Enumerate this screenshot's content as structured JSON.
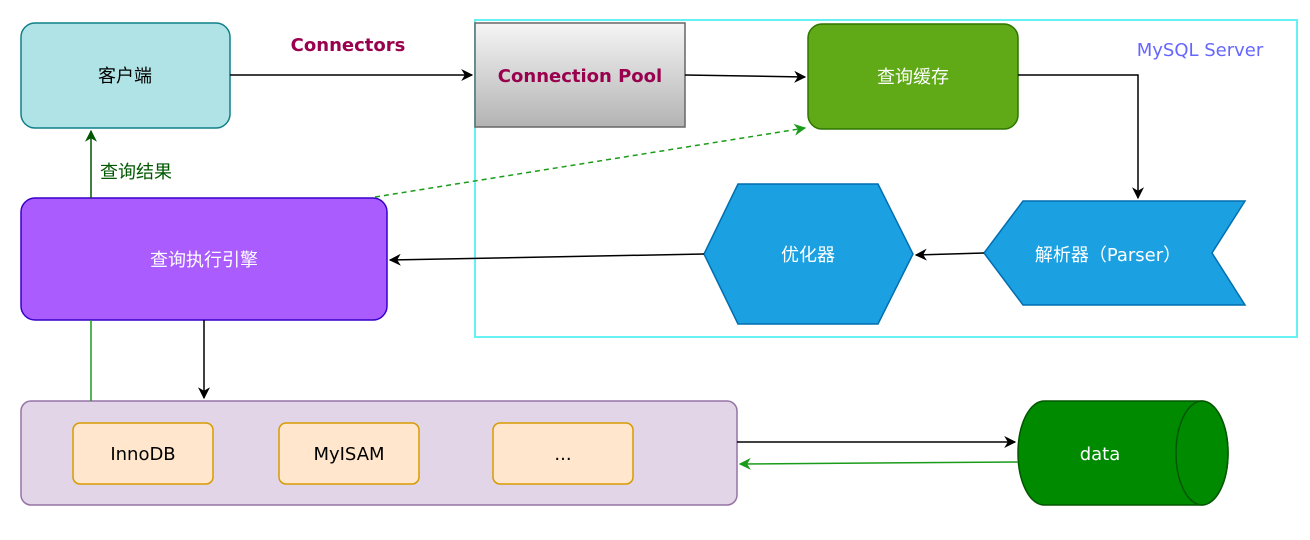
{
  "server": {
    "label": "MySQL Server"
  },
  "client": {
    "label": "客户端"
  },
  "connectors": {
    "label": "Connectors"
  },
  "pool": {
    "label": "Connection Pool"
  },
  "cache": {
    "label": "查询缓存"
  },
  "parser": {
    "label": "解析器（Parser）"
  },
  "optimizer": {
    "label": "优化器"
  },
  "executor": {
    "label": "查询执行引擎"
  },
  "result": {
    "label": "查询结果"
  },
  "engines": [
    {
      "label": "InnoDB"
    },
    {
      "label": "MyISAM"
    },
    {
      "label": "..."
    }
  ],
  "data": {
    "label": "data"
  },
  "colors": {
    "server_border": "#66f2f2",
    "server_text": "#6666ff",
    "client_fill": "#b0e3e6",
    "client_stroke": "#0e8088",
    "connectors_text": "#99004d",
    "pool_text": "#99004d",
    "cache_fill": "#60a917",
    "cache_stroke": "#2d7600",
    "hex_fill": "#1ba1e2",
    "hex_stroke": "#006eaf",
    "executor_fill": "#aa5cff",
    "executor_stroke": "#3700cc",
    "storage_fill": "#e1d5e7",
    "storage_stroke": "#9673a6",
    "engine_fill": "#ffe6cc",
    "engine_stroke": "#d79b00",
    "data_fill": "#008a00",
    "data_stroke": "#005700",
    "result_text": "#005700",
    "green_arrow": "#1a9c1a"
  }
}
